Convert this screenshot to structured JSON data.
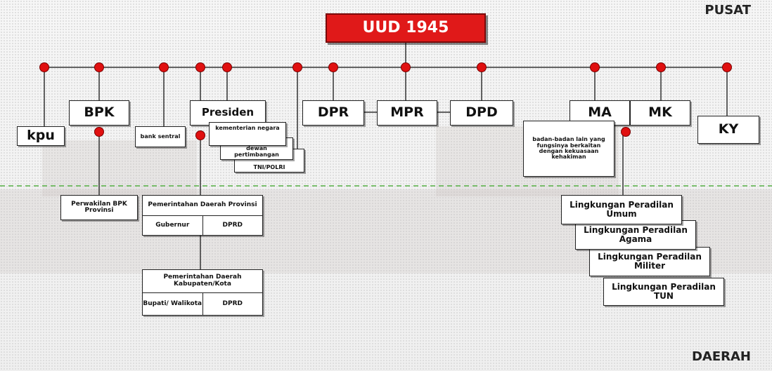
{
  "labels": {
    "pusat": "PUSAT",
    "daerah": "DAERAH"
  },
  "nodes": {
    "uud": "UUD 1945",
    "kpu": "kpu",
    "bpk": "BPK",
    "bank_sentral": "bank sentral",
    "presiden": "Presiden",
    "kementerian": "kementerian negara",
    "dewan_pertimbangan": "dewan pertimbangan",
    "tni_polri": "TNI/POLRI",
    "dpr": "DPR",
    "mpr": "MPR",
    "dpd": "DPD",
    "ma": "MA",
    "mk": "MK",
    "ky": "KY",
    "badan_lain": "badan-badan lain yang fungsinya berkaitan dengan kekuasaan kehakiman",
    "perwakilan_bpk": "Perwakilan BPK Provinsi",
    "pemda_provinsi": {
      "title": "Pemerintahan Daerah Provinsi",
      "left": "Gubernur",
      "right": "DPRD"
    },
    "pemda_kabupaten": {
      "title": "Pemerintahan Daerah Kabupaten/Kota",
      "left": "Bupati/ Walikota",
      "right": "DPRD"
    },
    "peradilan": [
      "Lingkungan Peradilan Umum",
      "Lingkungan Peradilan Agama",
      "Lingkungan Peradilan Militer",
      "Lingkungan Peradilan TUN"
    ]
  },
  "colors": {
    "accent": "#e01919",
    "connector_dot": "#e01010",
    "divider": "#55b044"
  }
}
